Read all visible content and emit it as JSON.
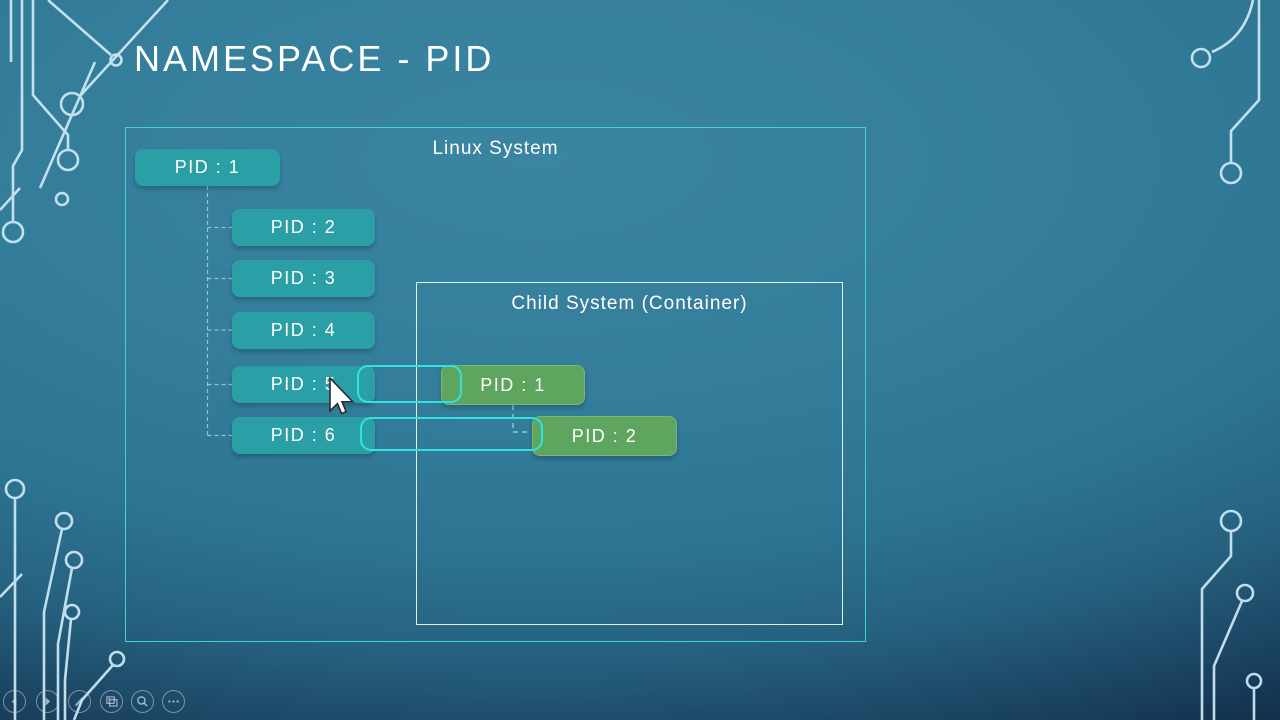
{
  "title": "NAMESPACE - PID",
  "linux_system": {
    "label": "Linux System",
    "root_pid": "PID : 1",
    "child_pids": [
      "PID : 2",
      "PID : 3",
      "PID : 4",
      "PID : 5",
      "PID : 6"
    ]
  },
  "child_system": {
    "label": "Child System (Container)",
    "pids": [
      "PID : 1",
      "PID : 2"
    ]
  },
  "pid_mappings": [
    {
      "host_pid": "PID : 5",
      "container_pid": "PID : 1"
    },
    {
      "host_pid": "PID : 6",
      "container_pid": "PID : 2"
    }
  ],
  "presenter_controls": {
    "icons": [
      "previous-arrow",
      "next-arrow",
      "pen",
      "see-all-slides",
      "magnifier",
      "more-options"
    ]
  },
  "colors": {
    "slide-teal": "#337d9a",
    "slide-dark": "#0d1d31",
    "host-pid-fill": "#2aa0a6",
    "container-pid-fill": "#5ea65f",
    "container-pid-border": "#7fb573",
    "connector-cyan": "#30e3e2",
    "linux-border": "#3ed6d2",
    "child-border": "#dcf3e6",
    "circuit-line": "#cfe9f6",
    "text-white": "#ffffff"
  }
}
